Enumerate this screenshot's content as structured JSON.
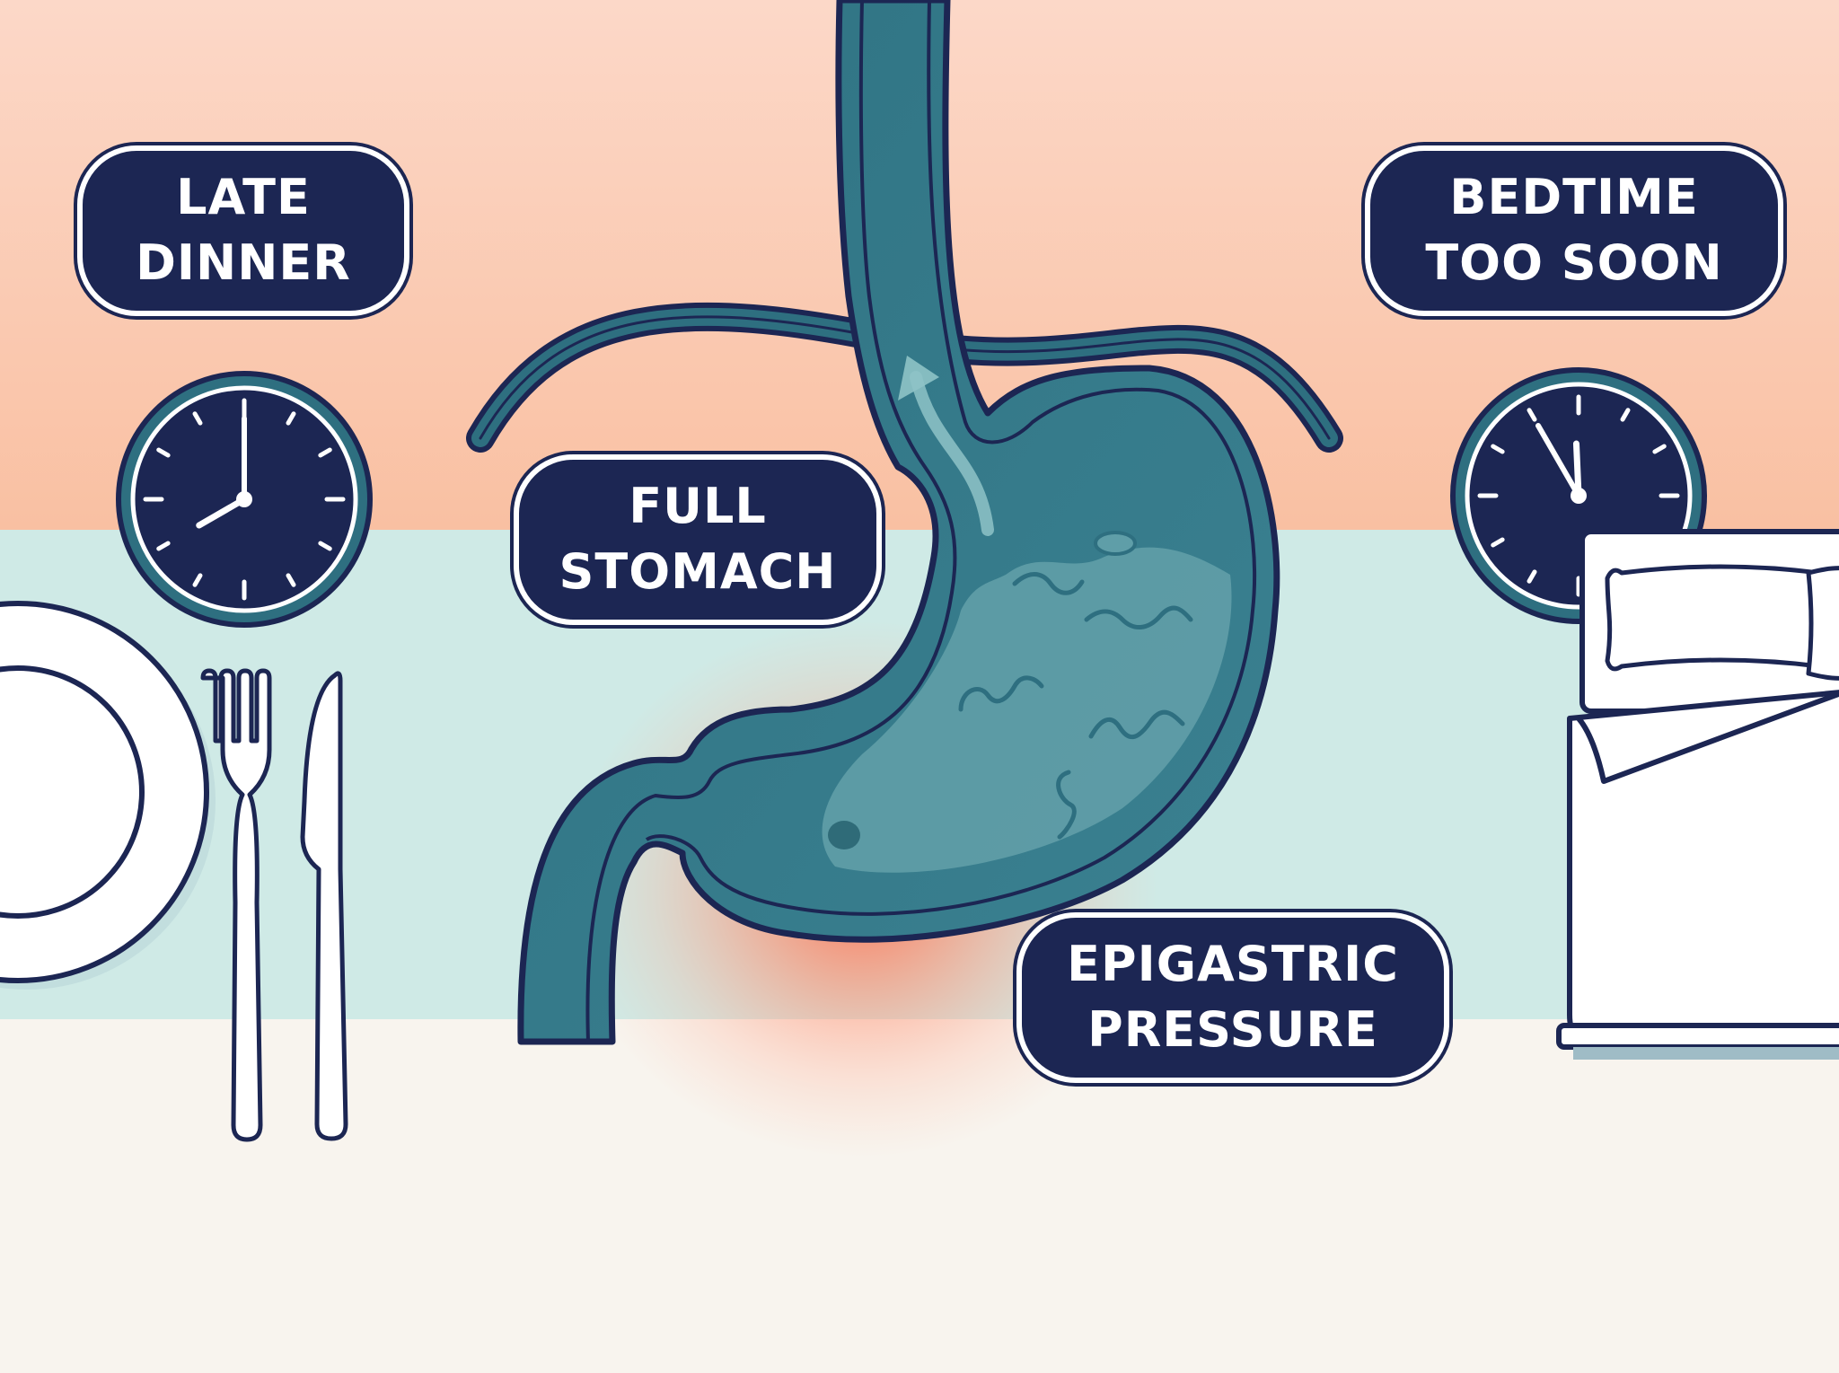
{
  "labels": {
    "late_dinner": {
      "line1": "LATE",
      "line2": "DINNER"
    },
    "bedtime": {
      "line1": "BEDTIME",
      "line2": "TOO SOON"
    },
    "full_stomach": {
      "line1": "FULL",
      "line2": "STOMACH"
    },
    "epigastric": {
      "line1": "EPIGASTRIC",
      "line2": "PRESSURE"
    }
  },
  "clocks": {
    "left": {
      "hour": 8,
      "minute": 0
    },
    "right": {
      "hour": 11,
      "minute": 55
    }
  },
  "colors": {
    "navy": "#1c2653",
    "teal": "#2e6f80",
    "teal_light": "#5f9ea8",
    "sky_top": "#fcd6c4",
    "sky_bottom": "#f9c2a5",
    "band": "#cdeae6",
    "floor": "#f8f4ee",
    "pain": "#ff7a5c"
  }
}
